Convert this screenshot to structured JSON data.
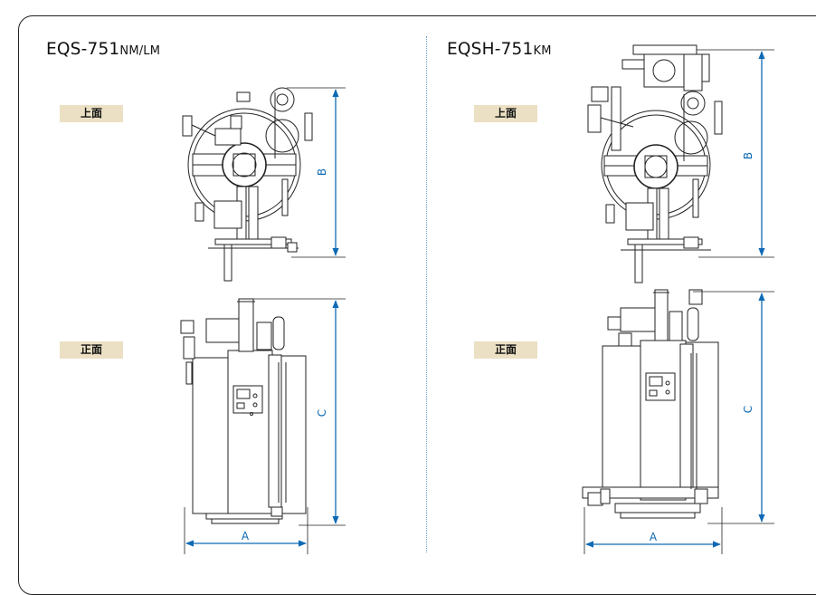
{
  "left": {
    "model": "EQS-751",
    "model_suffix": "NM/LM",
    "top_view_label": "上面",
    "front_view_label": "正面",
    "dim_a": "A",
    "dim_b": "B",
    "dim_c": "C"
  },
  "right": {
    "model": "EQSH-751",
    "model_suffix": "KM",
    "top_view_label": "上面",
    "front_view_label": "正面",
    "dim_a": "A",
    "dim_b": "B",
    "dim_c": "C"
  },
  "colors": {
    "dimension": "#0f6ab4",
    "label_bg": "#ece0c4",
    "frame": "#222222",
    "divider": "#6fa0cf"
  }
}
